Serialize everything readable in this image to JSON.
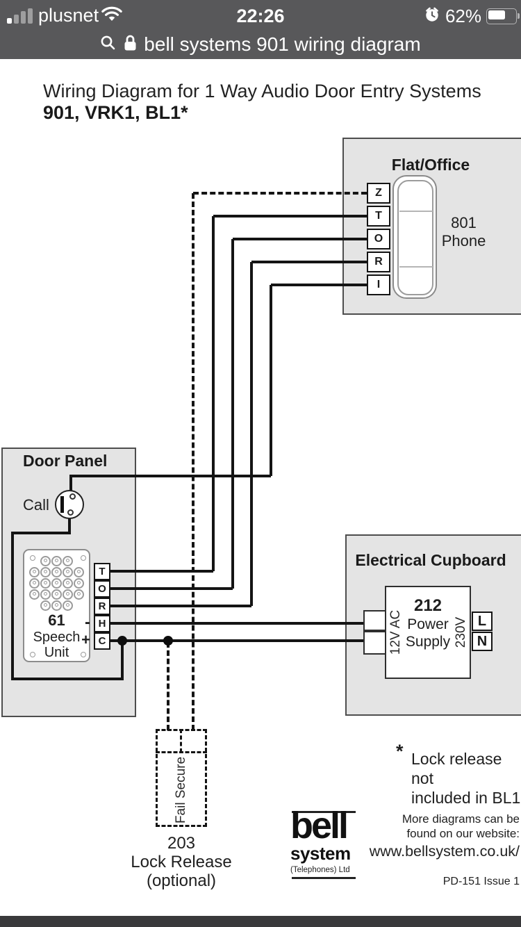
{
  "status_bar": {
    "carrier": "plusnet",
    "time": "22:26",
    "battery_percent": "62%"
  },
  "search_bar": {
    "query": "bell systems 901 wiring diagram"
  },
  "diagram": {
    "title_line1": "Wiring Diagram for 1 Way Audio Door Entry Systems",
    "title_line2": "901, VRK1, BL1*",
    "flat_office": {
      "label": "Flat/Office",
      "terminals": [
        "Z",
        "T",
        "O",
        "R",
        "I"
      ],
      "phone_model": "801",
      "phone_name": "Phone"
    },
    "door_panel": {
      "label": "Door Panel",
      "call_label": "Call",
      "speech_unit": {
        "model": "61",
        "name_line1": "Speech",
        "name_line2": "Unit",
        "terminals": [
          "T",
          "O",
          "R",
          "H",
          "C"
        ],
        "minus": "-",
        "plus": "+"
      }
    },
    "electrical_cupboard": {
      "label": "Electrical Cupboard",
      "power_supply": {
        "model": "212",
        "name_line1": "Power",
        "name_line2": "Supply",
        "input_label": "12V AC",
        "output_label": "230V",
        "mains_terminals": [
          "L",
          "N"
        ]
      }
    },
    "lock_release": {
      "fail_secure": "Fail Secure",
      "model": "203",
      "name": "Lock Release",
      "optional": "(optional)"
    },
    "footnote": {
      "asterisk": "*",
      "line1": "Lock release not",
      "line2": "included in BL1"
    },
    "logo": {
      "line1": "bell",
      "line2": "system",
      "line3": "(Telephones) Ltd"
    },
    "website": {
      "line1": "More diagrams can be",
      "line2": "found on our website:",
      "url": "www.bellsystem.co.uk/",
      "doc_ref": "PD-151 Issue 1"
    }
  }
}
